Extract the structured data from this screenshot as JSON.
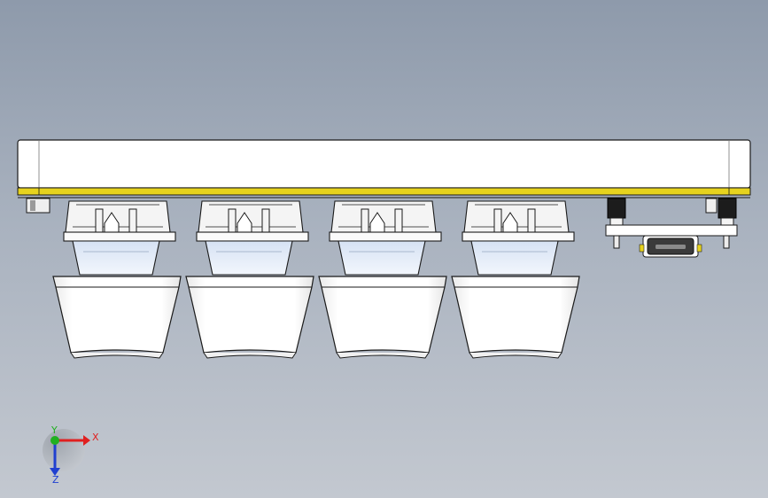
{
  "viewport": {
    "background_top": "#8e9aab",
    "background_bottom": "#c3c8d0"
  },
  "model": {
    "switch_count": 4,
    "colors": {
      "case": "#ffffff",
      "outline": "#1a1a1a",
      "pcb_stripe": "#e6d21e",
      "switch_housing": "#f4f4f4",
      "stem_face": "#e8f0fb",
      "keycap": "#ffffff",
      "usb_port": "#3a3a3a",
      "standoff": "#1c1c1c"
    },
    "icons": [
      "usb-connector-icon",
      "standoff-icon"
    ]
  },
  "triad": {
    "x_label": "X",
    "y_label": "Y",
    "z_label": "Z",
    "x_color": "#e02020",
    "y_color": "#20b020",
    "z_color": "#2040d0"
  }
}
